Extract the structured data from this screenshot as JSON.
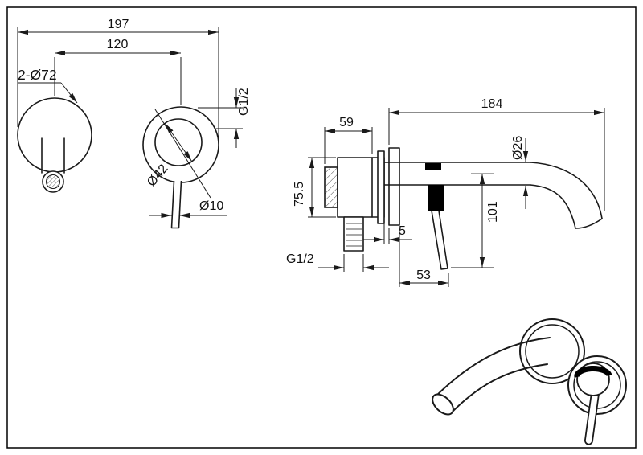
{
  "drawing": {
    "colors": {
      "line": "#1a1a1a",
      "background": "#ffffff",
      "accent_black": "#000000"
    }
  },
  "front_view": {
    "overall_width": "197",
    "center_distance": "120",
    "plate_diameter_note": "2-Ø72",
    "inlet_thread": "G1/2",
    "valve_diameter": "Ø42",
    "handle_diameter": "Ø10"
  },
  "side_view": {
    "body_depth": "59",
    "spout_reach": "184",
    "body_height": "75.5",
    "spout_diameter": "Ø26",
    "plate_gap": "5",
    "spout_drop": "101",
    "handle_projection": "53",
    "inlet_thread": "G1/2"
  }
}
